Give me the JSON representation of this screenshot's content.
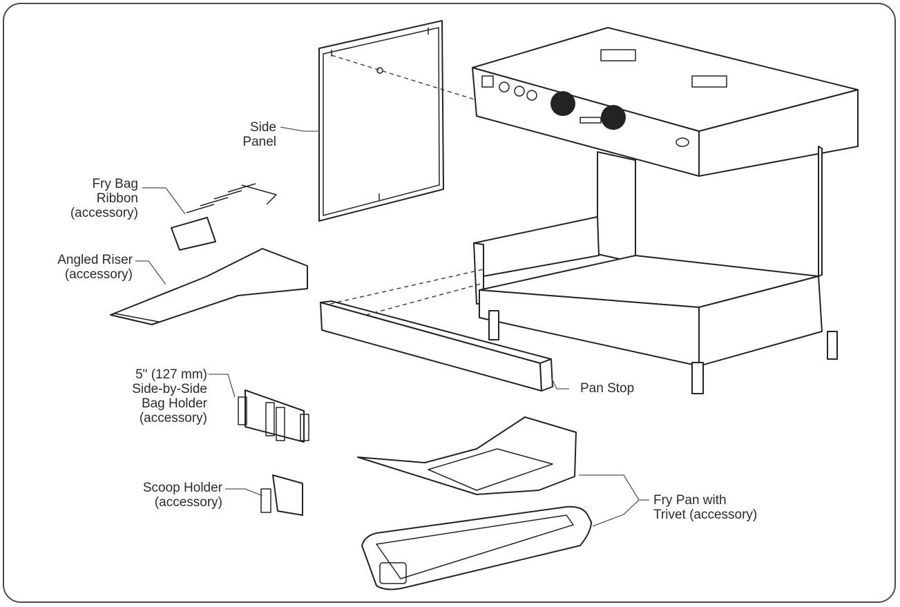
{
  "labels": {
    "side_panel": [
      "Side",
      "Panel"
    ],
    "fry_bag_ribbon": [
      "Fry Bag",
      "Ribbon",
      "(accessory)"
    ],
    "angled_riser": [
      "Angled Riser",
      "(accessory)"
    ],
    "bag_holder": [
      "5\" (127 mm)",
      "Side-by-Side",
      "Bag Holder",
      "(accessory)"
    ],
    "scoop_holder": [
      "Scoop Holder",
      "(accessory)"
    ],
    "pan_stop": [
      "Pan Stop"
    ],
    "fry_pan": [
      "Fry Pan with",
      "Trivet (accessory)"
    ]
  },
  "colors": {
    "line": "#222222",
    "frame": "#4a4a4a",
    "text": "#2a2a2a"
  }
}
